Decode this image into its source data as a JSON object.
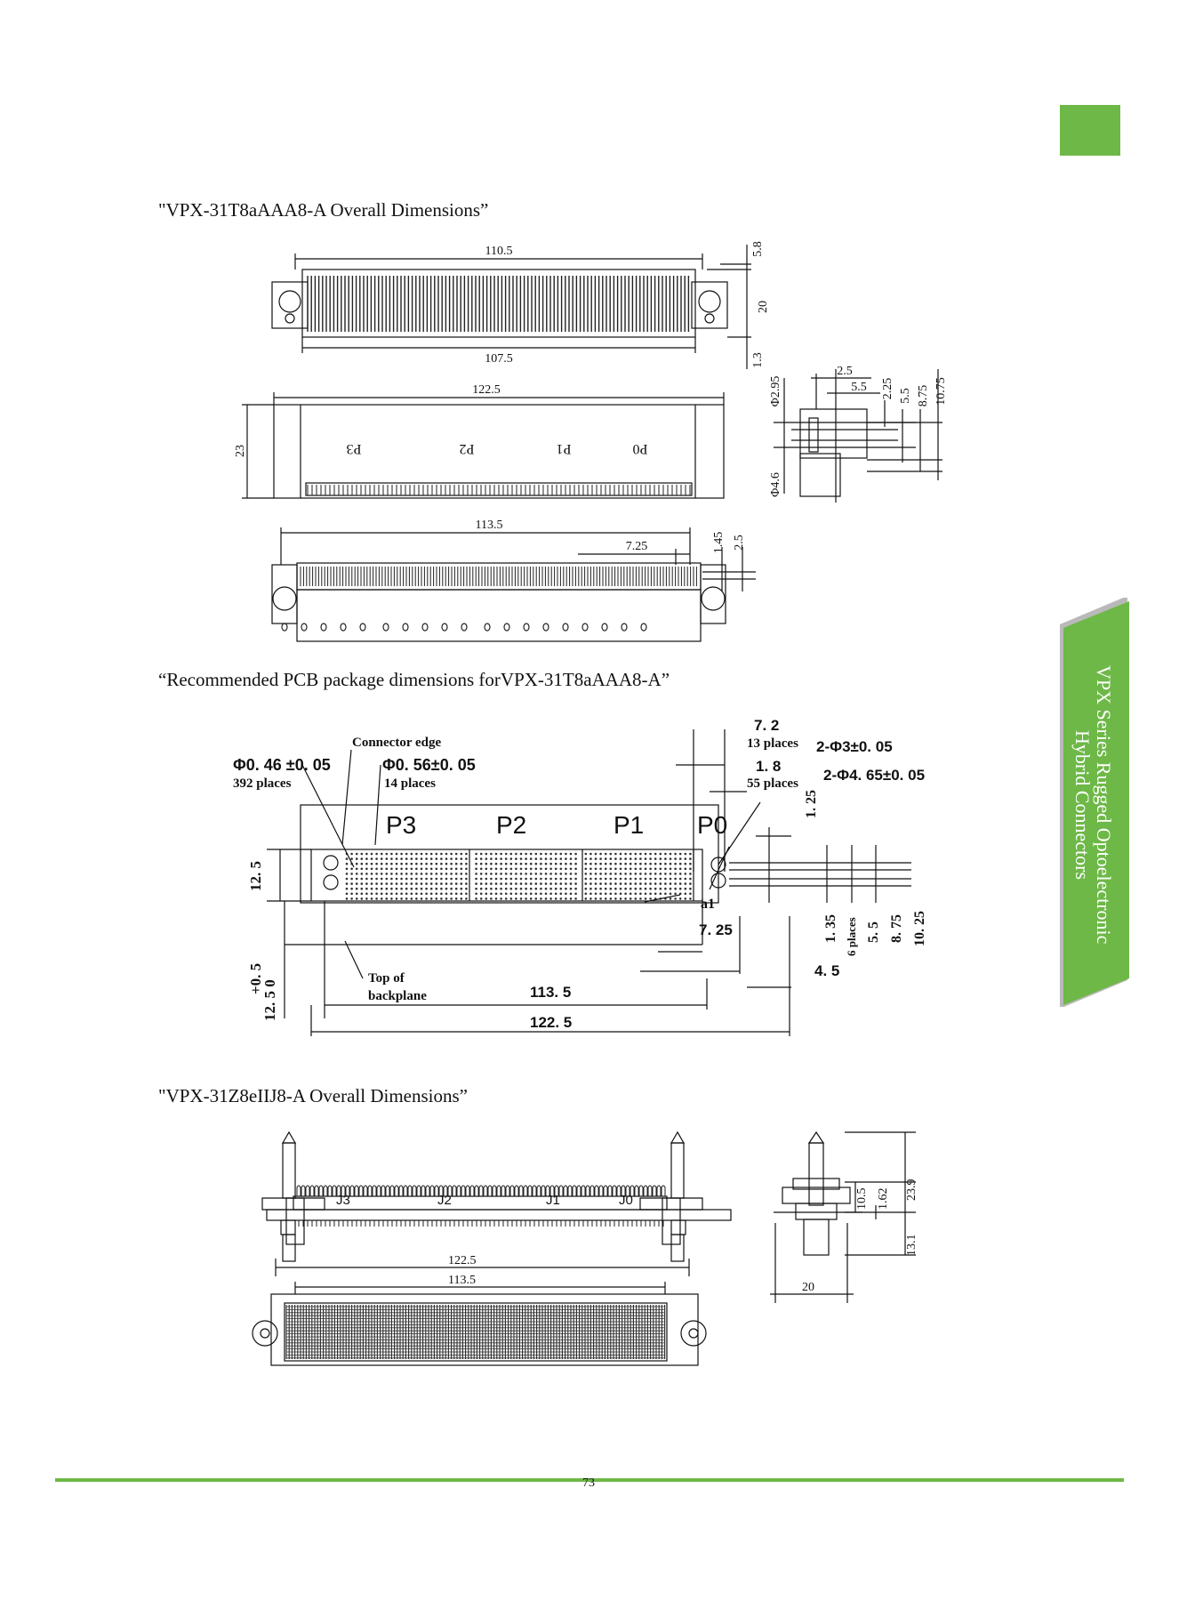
{
  "headings": {
    "h1": "\"VPX-31T8aAAA8-A Overall Dimensions”",
    "h2": "“Recommended PCB package dimensions forVPX-31T8aAAA8-A”",
    "h3": "\"VPX-31Z8eIIJ8-A Overall Dimensions”"
  },
  "side_tab": {
    "line1": "VPX Series Rugged Optoelectronic",
    "line2": "Hybrid Connectors",
    "color": "#6db847"
  },
  "page_number": "73",
  "fig1": {
    "top": {
      "width_top": "110.5",
      "width_bottom": "107.5",
      "d_5_8": "5.8",
      "d_20": "20",
      "d_1_3": "1.3"
    },
    "front": {
      "width": "122.5",
      "height": "23",
      "labels": [
        "P3",
        "P2",
        "P1",
        "P0"
      ]
    },
    "side": {
      "d_2_5": "2.5",
      "d_5_5a": "5.5",
      "d_2_25": "2.25",
      "d_5_5b": "5.5",
      "d_8_75": "8.75",
      "d_10_75": "10.75",
      "phi_2_95": "Φ2.95",
      "phi_4_6": "Φ4.6"
    },
    "bottom": {
      "width": "113.5",
      "d_7_25": "7.25",
      "d_1_45": "1.45",
      "d_2_5": "2.5"
    }
  },
  "fig2": {
    "connector_edge": "Connector edge",
    "phi_046": "Φ0. 46 ±0. 05",
    "places_392": "392 places",
    "phi_056": "Φ0. 56±0. 05",
    "places_14": "14 places",
    "d_7_2": "7. 2",
    "places_13": "13 places",
    "phi_3": "2-Φ3±0. 05",
    "d_1_8": "1. 8",
    "places_55": "55 places",
    "phi_465": "2-Φ4. 65±0. 05",
    "labels": [
      "P3",
      "P2",
      "P1",
      "P0"
    ],
    "d_1_25": "1. 25",
    "d_12_5": "12. 5",
    "a1": "a1",
    "d_7_25": "7. 25",
    "d_1_35": "1. 35",
    "places_6": "6 places",
    "d_5_5": "5. 5",
    "d_8_75": "8. 75",
    "d_10_25": "10. 25",
    "tol_plus": "+0. 5",
    "tol_val": "12. 5 0",
    "top_of": "Top of",
    "backplane": "backplane",
    "d_113_5": "113. 5",
    "d_4_5": "4. 5",
    "d_122_5": "122. 5"
  },
  "fig3": {
    "labels": [
      "J3",
      "J2",
      "J1",
      "J0"
    ],
    "d_122_5": "122.5",
    "d_113_5": "113.5",
    "d_10_5": "10.5",
    "d_1_62": "1.62",
    "d_23_9": "23.9",
    "d_13_1": "13.1",
    "d_20": "20"
  }
}
